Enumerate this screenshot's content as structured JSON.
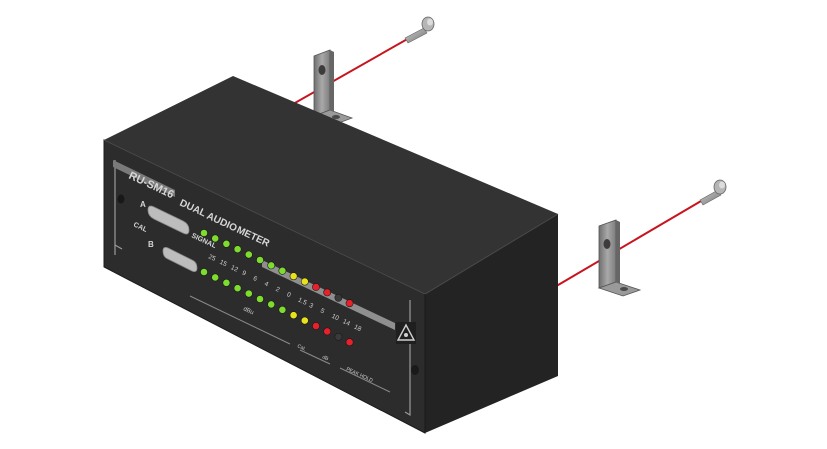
{
  "device": {
    "model": "RU-SM16",
    "title_words": [
      "DUAL",
      "AUDIO",
      "METER"
    ],
    "channel_a": "A",
    "channel_b": "B",
    "cal_label": "CAL",
    "signal_label": "SIGNAL",
    "scale_labels": [
      "25",
      "15",
      "12",
      "9",
      "6",
      "4",
      "2",
      "0",
      "1.5",
      "3",
      "5",
      "10",
      "14",
      "18"
    ],
    "unit_dbu": "dBu",
    "footer_cal": "Cal.",
    "footer_db": "dB",
    "footer_peak": "PEAK HOLD"
  },
  "led_colors": [
    "green",
    "green",
    "green",
    "green",
    "green",
    "green",
    "green",
    "green",
    "yellow",
    "yellow",
    "red",
    "red",
    "off",
    "red"
  ],
  "colors": {
    "led_green": "#7ddc2e",
    "led_yellow": "#e8e21c",
    "led_red": "#e8202a",
    "led_off": "#3a3a3a",
    "rod": "#c8141e",
    "bracket": "#8a8a8a",
    "chassis": "#2b2b2b"
  }
}
